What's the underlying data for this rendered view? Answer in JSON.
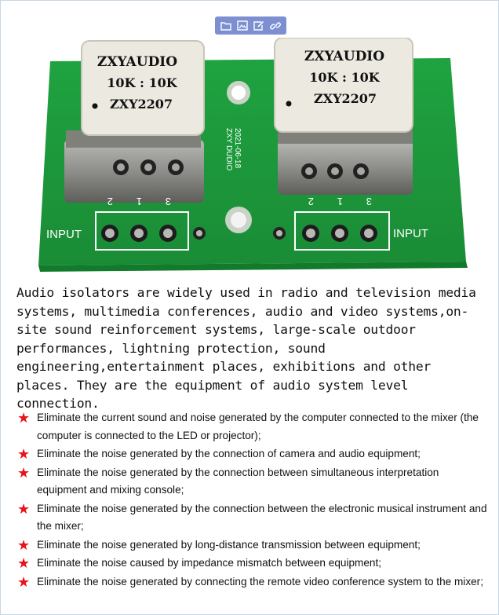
{
  "toolbar": {
    "icons": [
      "folder-icon",
      "image-icon",
      "edit-icon",
      "link-icon"
    ],
    "color": "#7d8fd0"
  },
  "photo": {
    "left_transformer": {
      "brand": "ZXYAUDIO",
      "ratio": "10K : 10K",
      "model": "ZXY2207"
    },
    "right_transformer": {
      "brand": "ZXYAUDIO",
      "ratio": "10K : 10K",
      "model": "ZXY2207"
    },
    "board_text": "ZXY DUDIO",
    "board_date": "2021-06-18",
    "left_input_label": "INPUT",
    "right_input_label": "INPUT",
    "left_pin_labels": [
      "2",
      "1",
      "3"
    ],
    "right_pin_labels": [
      "2",
      "1",
      "3"
    ],
    "pcb_color": "#1f9a3c"
  },
  "intro_text": "Audio isolators are widely used in radio and television media systems, multimedia conferences, audio and video systems,on-site sound reinforcement systems, large-scale outdoor performances, lightning protection, sound engineering,entertainment places, exhibitions and other places. They are the equipment of audio system level connection.",
  "bullet_symbol": "★",
  "bullet_color": "#e8131b",
  "bullets": [
    "Eliminate the current sound and noise generated by the computer connected to the mixer (the computer is connected to the LED or projector);",
    "Eliminate the noise generated by the connection of camera and audio equipment;",
    "Eliminate the noise generated by the connection between simultaneous interpretation equipment and mixing console;",
    "Eliminate the noise generated by the connection between the electronic musical instrument and the mixer;",
    "Eliminate the noise generated by long-distance transmission between equipment;",
    "Eliminate the noise caused by impedance mismatch between equipment;",
    "Eliminate the noise generated by connecting the remote video conference system to the mixer;"
  ]
}
